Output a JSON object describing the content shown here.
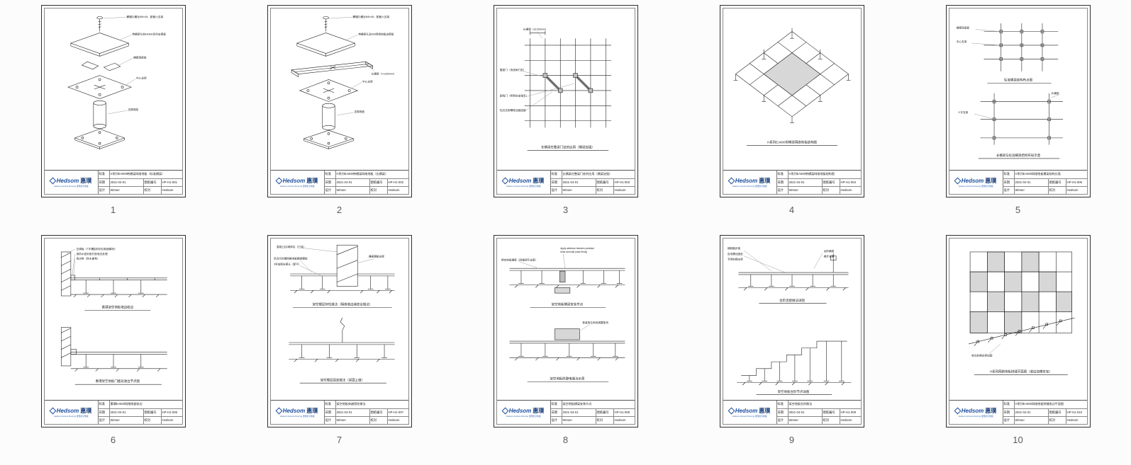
{
  "brand": {
    "name_en": "Hedsom",
    "name_cn": "惠璞",
    "tagline": "Hedsom Access Flooring 惠璞架空地板",
    "color": "#1c4f9e"
  },
  "titleblock_labels": {
    "standard": "标准",
    "date": "日期",
    "drawing_no": "图纸编号",
    "design": "设计",
    "check": "校对"
  },
  "sheets": [
    {
      "page": "1",
      "title": "H系列EA600带横梁网络地板（标准横梁）",
      "date": "2021-04-01",
      "drawing_no": "HP-H1-001",
      "designer": "Winser",
      "checker": "Hedsom",
      "annotations": [
        "螺帽孔螺丝M5×45、配套六支架",
        "带横梁孔的EA600系列支撑板",
        "横撑连接板",
        "中心支架",
        "支撑底座"
      ],
      "captions": []
    },
    {
      "page": "2",
      "title": "H系列EA600带横梁网络地板（长横梁）",
      "date": "2021-04-01",
      "drawing_no": "HP-H1-002",
      "designer": "Winser",
      "checker": "Hedsom",
      "annotations": [
        "螺帽孔螺丝M5×45、配套六支架",
        "带横梁孔及600网络地板支撑板",
        "长横梁（×1200mm）",
        "中心支架",
        "支撑底座"
      ],
      "captions": []
    },
    {
      "page": "3",
      "title": "长横梁在整梁门处的应用（横梁加强）",
      "date": "2021-04-01",
      "drawing_no": "HP-H1-003",
      "designer": "Winser",
      "checker": "Hedsom",
      "annotations": [
        "长横梁（≤1200mm）",
        "整梁门（系统闸门处）",
        "配线门（桥架处加强手）",
        "柱边支架螺栓加固连接"
      ],
      "captions": [
        "长横梁在整梁门处的应用（横梁加强）"
      ]
    },
    {
      "page": "4",
      "title": "H系列EA600带横梁网络地板结构图",
      "date": "2021-04-01",
      "drawing_no": "HP-H1-004",
      "designer": "Winser",
      "checker": "Hedsom",
      "annotations": [],
      "captions": [
        "H系列EA600带横梁网络地板结构图"
      ]
    },
    {
      "page": "5",
      "title": "H系列EA600网络地板横梁结构分类",
      "date": "2021-04-01",
      "drawing_no": "HP-H1-005",
      "designer": "Winser",
      "checker": "Hedsom",
      "annotations": [
        "横撑连接板",
        "中心支架",
        "长横梁",
        "十字支架"
      ],
      "captions": [
        "标准横梁结构布点图",
        "长横梁与标准横梁结构布局示意"
      ]
    },
    {
      "page": "6",
      "title": "惠璞EA600网络地板收边",
      "date": "2021-04-01",
      "drawing_no": "HP-H1-006",
      "designer": "Winser",
      "checker": "Hedsom",
      "annotations": [
        "空调板（T字槽铝材封边制造模块）",
        "用防水密封胶打胶收边处理",
        "收边条（防水嵌条）"
      ],
      "captions": [
        "惠璞架空地板墙边收边",
        "惠璞架空地板门槛处收边节点图"
      ]
    },
    {
      "page": "7",
      "title": "架空地板穿越墙柱做法",
      "date": "2021-04-01",
      "drawing_no": "HP-H1-007",
      "designer": "Winser",
      "checker": "Hedsom",
      "annotations": [
        "混凝土柱/砌体柱（已成）",
        "通高隔板支撑",
        "吊边切勿漏网格地板横梁模板",
        "3号加厚支撑头（配平）"
      ],
      "captions": [
        "架空楼层穿柱做法（隔离墙边缘密合做法）",
        "架空楼层固定做法（梁面上做）"
      ]
    },
    {
      "page": "8",
      "title": "架空地板横梁安装节点",
      "date": "2021-04-01",
      "drawing_no": "HP-H1-008",
      "designer": "Winser",
      "checker": "Hedsom",
      "annotations": [
        "Apply adhesive between pedestal",
        "head and slab (stick firmly)",
        "架空地板横梁（网格调平支座）",
        "背装电位系统调整垫块"
      ],
      "captions": [
        "架空地板横梁安装节点",
        "架空地板防静电做法示意"
      ]
    },
    {
      "page": "9",
      "title": "架空地板台阶做法",
      "date": "2021-04-01",
      "drawing_no": "HP-H1-009",
      "designer": "Winser",
      "checker": "Hedsom",
      "annotations": [
        "钢制踏步板",
        "自攻螺丝固定",
        "专用斜撑支架",
        "台阶横梁",
        "梯步支架"
      ],
      "captions": [
        "台阶连接做法详图",
        "架空地板台阶节点详图"
      ]
    },
    {
      "page": "10",
      "title": "H系列EA600网络地板拼缝收边平面图",
      "date": "2021-04-01",
      "drawing_no": "HP-H1-010",
      "designer": "Winser",
      "checker": "Hedsom",
      "annotations": [
        "收边处横支架加固"
      ],
      "captions": [
        "H系列网络地板拼缝平面图（收边加横支架）"
      ]
    }
  ]
}
